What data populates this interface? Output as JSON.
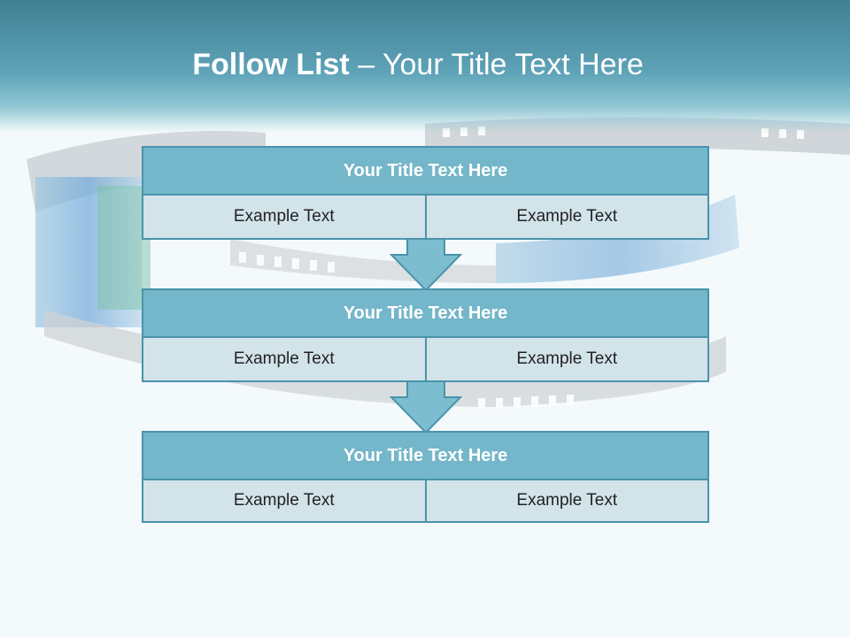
{
  "slide": {
    "title_bold": "Follow List",
    "title_rest": " – Your Title Text Here"
  },
  "steps": [
    {
      "title": "Your Title Text Here",
      "left": "Example Text",
      "right": "Example Text"
    },
    {
      "title": "Your Title Text Here",
      "left": "Example Text",
      "right": "Example Text"
    },
    {
      "title": "Your Title Text Here",
      "left": "Example Text",
      "right": "Example Text"
    }
  ],
  "colors": {
    "header": "#5fa3b8",
    "box_title": "#74b6ca",
    "box_cell": "#d2e3ea",
    "border": "#4a93ab",
    "arrow": "#7dbdd0"
  },
  "icons": [
    "down-arrow-icon",
    "down-arrow-icon"
  ]
}
